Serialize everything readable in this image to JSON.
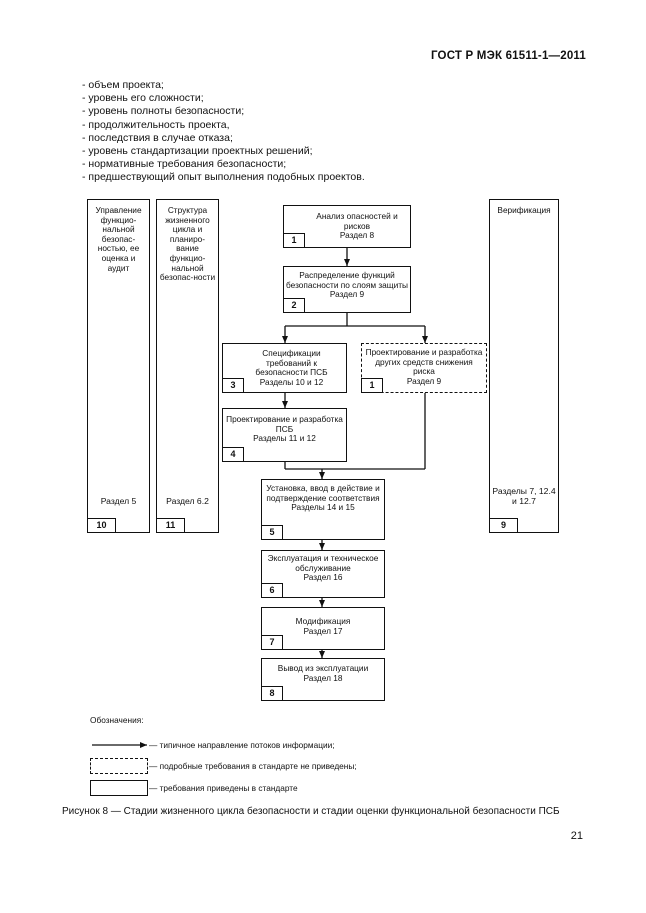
{
  "header": {
    "doc_code": "ГОСТ Р МЭК 61511-1—2011"
  },
  "factors": [
    "- объем проекта;",
    "- уровень его сложности;",
    "- уровень полноты безопасности;",
    "- продолжительность проекта,",
    "- последствия в случае отказа;",
    "- уровень стандартизации проектных решений;",
    "- нормативные требования безопасности;",
    "- предшествующий опыт выполнения подобных проектов."
  ],
  "diagram": {
    "side_left_1": {
      "text": "Управление функцио-нальной безопас-ностью, ее оценка и аудит",
      "section": "Раздел 5",
      "num": "10"
    },
    "side_left_2": {
      "text": "Структура жизненного цикла и планиро-вание функцио-нальной безопас-ности",
      "section": "Раздел 6.2",
      "num": "11"
    },
    "side_right": {
      "text": "Верификация",
      "section": "Разделы 7, 12.4 и 12.7",
      "num": "9"
    },
    "box_hazard": {
      "text": "Анализ опасностей и рисков",
      "section": "Раздел 8",
      "num": "1"
    },
    "box_allocation": {
      "text": "Распределение функций безопасности по слоям защиты",
      "section": "Раздел 9",
      "num": "2"
    },
    "box_spec": {
      "text": "Спецификации требований к безопасности ПСБ",
      "section": "Разделы 10 и 12",
      "num": "3"
    },
    "box_other": {
      "text": "Проектирование и разработка других средств снижения риска",
      "section": "Раздел 9",
      "num": "1"
    },
    "box_design": {
      "text": "Проектирование и разработка ПСБ",
      "section": "Разделы 11 и 12",
      "num": "4"
    },
    "box_install": {
      "text": "Установка, ввод в действие и подтверждение соответствия",
      "section": "Разделы 14 и 15",
      "num": "5"
    },
    "box_operation": {
      "text": "Эксплуатация и техническое обслуживание",
      "section": "Раздел 16",
      "num": "6"
    },
    "box_modification": {
      "text": "Модификация",
      "section": "Раздел 17",
      "num": "7"
    },
    "box_decommission": {
      "text": "Вывод из эксплуатации",
      "section": "Раздел 18",
      "num": "8"
    }
  },
  "legend": {
    "title": "Обозначения:",
    "arrow": "— типичное направление потоков информации;",
    "dashed": "— подробные требования в стандарте не приведены;",
    "solid": "— требования приведены в стандарте"
  },
  "caption": "Рисунок 8 — Стадии жизненного цикла безопасности и стадии оценки функциональной безопасности ПСБ",
  "page_number": "21"
}
